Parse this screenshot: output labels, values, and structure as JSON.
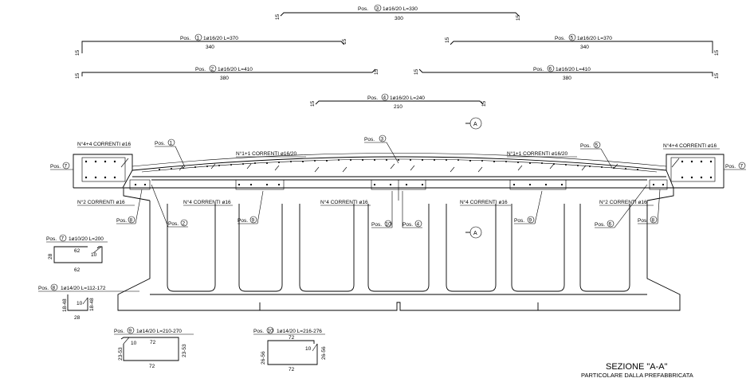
{
  "title": {
    "main": "SEZIONE \"A-A\"",
    "sub": "PARTICOLARE DALLA PREFABBRICATA"
  },
  "bars_top": [
    {
      "pos": "3",
      "spec": "1ø16/20 L=330",
      "length": "300",
      "hook_left": "15",
      "hook_right": "15"
    },
    {
      "pos": "1",
      "spec": "1ø16/20 L=370",
      "length": "340",
      "hook_left": "15",
      "hook_right": "15"
    },
    {
      "pos": "5",
      "spec": "1ø16/20 L=370",
      "length": "340",
      "hook_left": "15",
      "hook_right": "15"
    },
    {
      "pos": "2",
      "spec": "1ø16/20 L=410",
      "length": "380",
      "hook_left": "15",
      "hook_right": "15"
    },
    {
      "pos": "6",
      "spec": "1ø16/20 L=410",
      "length": "380",
      "hook_left": "15",
      "hook_right": "15"
    },
    {
      "pos": "4",
      "spec": "1ø16/20 L=240",
      "length": "210",
      "hook_left": "15",
      "hook_right": "15"
    }
  ],
  "section_marker": "A",
  "section_labels": {
    "left_edge": "N°4+4 CORRENTI ø16",
    "right_edge": "N°4+4 CORRENTI ø16",
    "top_left": "N°1+1 CORRENTI ø16/20",
    "top_right": "N°1+1 CORRENTI ø16/20",
    "bottom_left": "N°2 CORRENTI ø16",
    "bottom_right": "N°2 CORRENTI ø16",
    "mid1": "N°4 CORRENTI ø16",
    "mid2": "N°4 CORRENTI ø16",
    "mid3": "N°4 CORRENTI ø16"
  },
  "pos_prefix": "Pos.",
  "callouts": [
    "1",
    "3",
    "5",
    "7",
    "7",
    "8",
    "2",
    "9",
    "10",
    "4",
    "9",
    "6",
    "8"
  ],
  "details": [
    {
      "pos": "7",
      "spec": "1ø10/20 L=200",
      "dims": [
        "62",
        "10",
        "28",
        "62"
      ]
    },
    {
      "pos": "8",
      "spec": "1ø14/20 L=112-172",
      "dims": [
        "18-48",
        "10",
        "18-48",
        "28"
      ]
    },
    {
      "pos": "9",
      "spec": "1ø14/20 L=210-270",
      "dims": [
        "10",
        "72",
        "23-53",
        "23-53",
        "72"
      ]
    },
    {
      "pos": "10",
      "spec": "1ø14/20 L=216-276",
      "dims": [
        "72",
        "10",
        "26-56",
        "26-56",
        "72"
      ]
    }
  ]
}
